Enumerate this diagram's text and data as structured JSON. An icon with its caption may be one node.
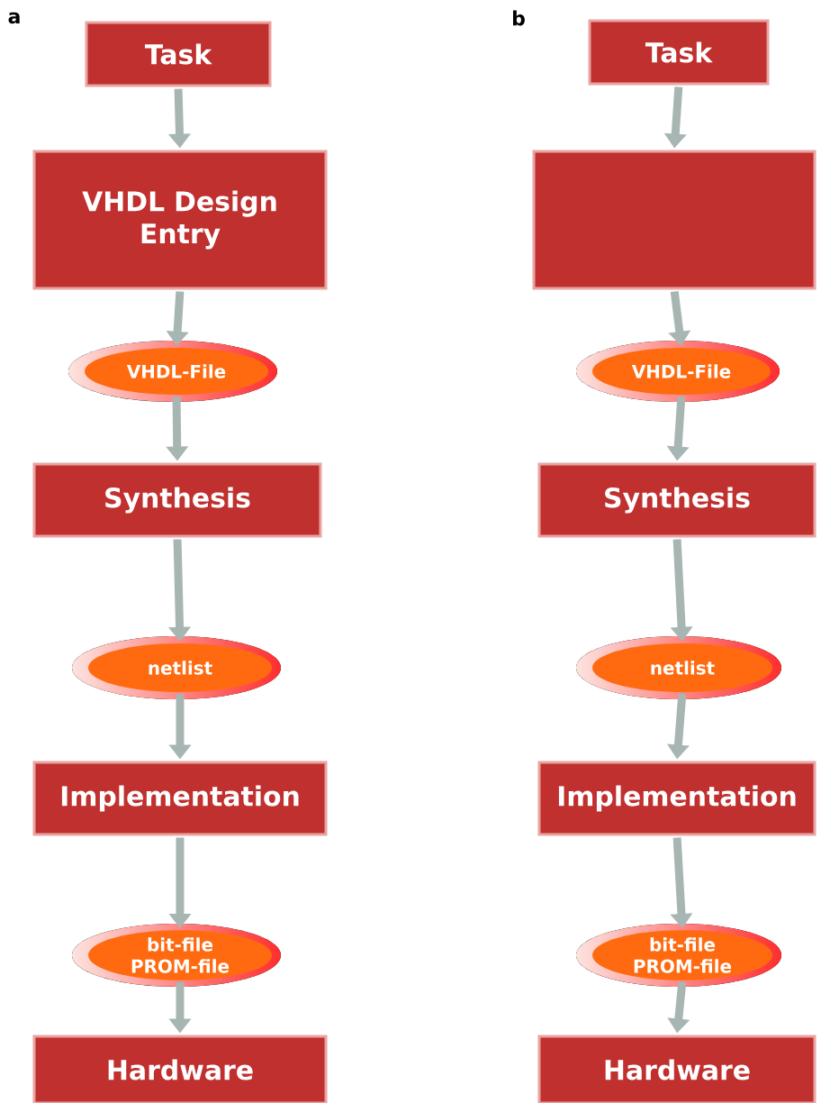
{
  "diagram": {
    "nodes": [
      {
        "text": [
          "Task"
        ]
      },
      {
        "text": [
          "VHDL Design Entry"
        ]
      },
      {
        "text": [
          "VHDL-File"
        ]
      },
      {
        "text": [
          "Synthesis"
        ]
      },
      {
        "text": [
          "netlist"
        ]
      },
      {
        "text": [
          "Implementation"
        ]
      },
      {
        "text": [
          "bit-file PROM-file"
        ]
      },
      {
        "text": [
          "Hardware"
        ]
      },
      {
        "text": [
          "Task"
        ]
      },
      {
        "text": [],
        "shape": "box"
      },
      {
        "text": [
          "VHDL-File"
        ]
      },
      {
        "text": [
          "Synthesis"
        ]
      },
      {
        "text": [
          "netlist"
        ]
      },
      {
        "text": [
          "Implementation"
        ]
      },
      {
        "text": [
          "bit-file PROM-file"
        ]
      },
      {
        "text": [
          "Hardware"
        ]
      }
    ],
    "edges": [
      {
        "from": 0,
        "to": 1,
        "arrow": "to"
      },
      {
        "from": 1,
        "to": 2,
        "arrow": "to"
      },
      {
        "from": 2,
        "to": 3,
        "arrow": "to"
      },
      {
        "from": 3,
        "to": 4,
        "arrow": "to"
      },
      {
        "from": 4,
        "to": 5,
        "arrow": "to"
      },
      {
        "from": 5,
        "to": 6,
        "arrow": "to"
      },
      {
        "from": 6,
        "to": 7,
        "arrow": "to"
      },
      {
        "from": 8,
        "to": 9,
        "arrow": "to"
      },
      {
        "from": 9,
        "to": 10,
        "arrow": "to"
      },
      {
        "from": 10,
        "to": 11,
        "arrow": "to"
      },
      {
        "from": 11,
        "to": 12,
        "arrow": "to"
      },
      {
        "from": 12,
        "to": 13,
        "arrow": "to"
      },
      {
        "from": 13,
        "to": 14,
        "arrow": "to"
      },
      {
        "from": 14,
        "to": 15,
        "arrow": "to"
      }
    ],
    "labels": [
      "a",
      "b"
    ]
  }
}
